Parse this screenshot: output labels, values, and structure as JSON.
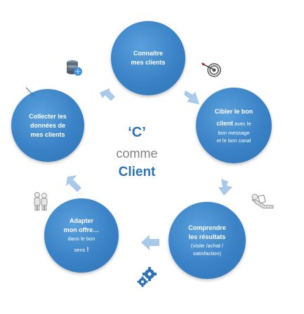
{
  "center": {
    "quote": "‘C’",
    "comme": "comme",
    "client": "Client"
  },
  "steps": {
    "connaitre": {
      "line1": "Connaître",
      "line2": "mes clients"
    },
    "cibler": {
      "line1": "Cibler le bon",
      "line2a": "client",
      "line2b": " avec le",
      "line3": "bon message",
      "line4": "et le bon canal"
    },
    "comprendre": {
      "line1": "Comprendre",
      "line2": "les résultats",
      "line3": "(visite /achat /",
      "line4": "satisfaction)"
    },
    "adapter": {
      "line1": "Adapter",
      "line2": "mon offre…",
      "line3": "dans le bon",
      "line4a": "sens ",
      "line4b": "!"
    },
    "collecter": {
      "line1": "Collecter les",
      "line2": "données de",
      "line3": "mes clients"
    }
  },
  "colors": {
    "circle": "#3a82c6",
    "arrow": "#a9c9ea",
    "accent_text": "#2f73b5",
    "grey_text": "#808285"
  },
  "icons": [
    "database-icon",
    "target-icon",
    "reading-person-icon",
    "gears-icon",
    "two-people-icon"
  ]
}
